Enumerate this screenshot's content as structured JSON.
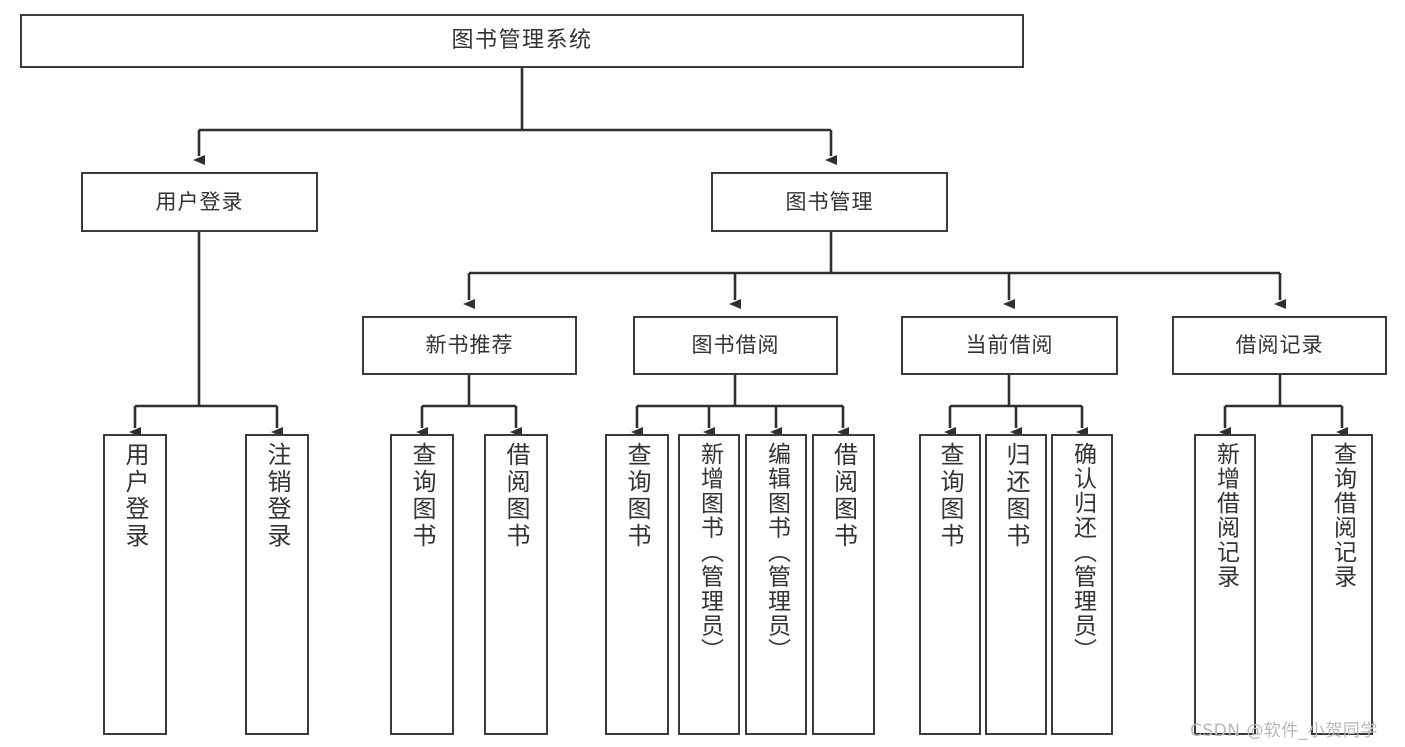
{
  "diagram": {
    "title": "图书管理系统",
    "type": "tree-hierarchy-diagram",
    "colors": {
      "background": "#ffffff",
      "box_border": "#3a3a3a",
      "box_fill": "#ffffff",
      "text": "#333333",
      "connector": "#2f2f2f",
      "watermark": "#b8b8b8"
    },
    "root": {
      "label": "图书管理系统"
    },
    "level2": [
      {
        "label": "用户登录"
      },
      {
        "label": "图书管理"
      }
    ],
    "level3": [
      {
        "label": "新书推荐"
      },
      {
        "label": "图书借阅"
      },
      {
        "label": "当前借阅"
      },
      {
        "label": "借阅记录"
      }
    ],
    "leaves": {
      "user_login": [
        {
          "label": "用户登录"
        },
        {
          "label": "注销登录"
        }
      ],
      "new_book_recommend": [
        {
          "label": "查询图书"
        },
        {
          "label": "借阅图书"
        }
      ],
      "book_borrow": [
        {
          "label": "查询图书"
        },
        {
          "label": "新增图书（管理员）"
        },
        {
          "label": "编辑图书（管理员）"
        },
        {
          "label": "借阅图书"
        }
      ],
      "current_borrow": [
        {
          "label": "查询图书"
        },
        {
          "label": "归还图书"
        },
        {
          "label": "确认归还（管理员）"
        }
      ],
      "borrow_record": [
        {
          "label": "新增借阅记录"
        },
        {
          "label": "查询借阅记录"
        }
      ]
    }
  },
  "watermark": {
    "text": "CSDN @软件_小贺同学"
  }
}
